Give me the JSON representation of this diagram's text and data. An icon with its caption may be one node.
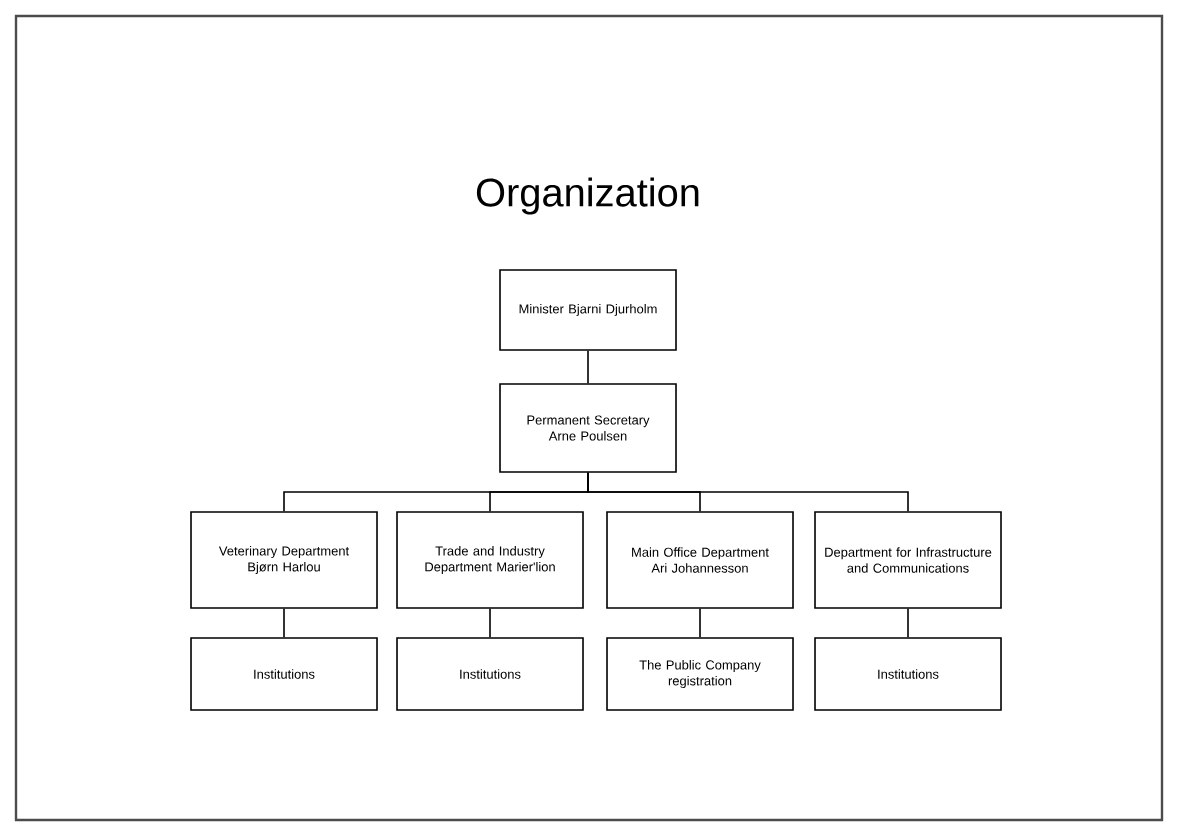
{
  "diagram": {
    "title": "Organization",
    "nodes": [
      {
        "text": [
          "Minister Bjarni Djurholm"
        ]
      },
      {
        "text": [
          "Permanent Secretary Arne Poulsen"
        ]
      },
      {
        "text": [
          "Veterinary Department Bjørn Harlou"
        ]
      },
      {
        "text": [
          "Trade and Industry Department Marier'lion"
        ]
      },
      {
        "text": [
          "Main Office Department Ari Johannesson"
        ]
      },
      {
        "text": [
          "Department for Infrastructure and Communications"
        ]
      },
      {
        "text": [
          "Institutions"
        ]
      },
      {
        "text": [
          "Institutions"
        ]
      },
      {
        "text": [
          "The Public Company registration"
        ]
      },
      {
        "text": [
          "Institutions"
        ]
      }
    ],
    "edges": [
      {
        "from": 0,
        "to": 1,
        "arrow": "none"
      },
      {
        "from": 1,
        "to": 2,
        "arrow": "none"
      },
      {
        "from": 1,
        "to": 3,
        "arrow": "none"
      },
      {
        "from": 1,
        "to": 4,
        "arrow": "none"
      },
      {
        "from": 1,
        "to": 5,
        "arrow": "none"
      },
      {
        "from": 2,
        "to": 6,
        "arrow": "none"
      },
      {
        "from": 3,
        "to": 7,
        "arrow": "none"
      },
      {
        "from": 4,
        "to": 8,
        "arrow": "none"
      },
      {
        "from": 5,
        "to": 9,
        "arrow": "none"
      }
    ]
  }
}
